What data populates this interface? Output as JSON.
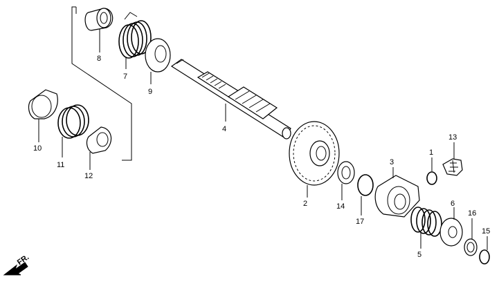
{
  "diagram": {
    "callouts": {
      "c1": "1",
      "c2": "2",
      "c3": "3",
      "c4": "4",
      "c5": "5",
      "c6": "6",
      "c7": "7",
      "c8": "8",
      "c9": "9",
      "c10": "10",
      "c11": "11",
      "c12": "12",
      "c13": "13",
      "c14": "14",
      "c15": "15",
      "c16": "16",
      "c17": "17"
    },
    "direction_label": "FR."
  }
}
